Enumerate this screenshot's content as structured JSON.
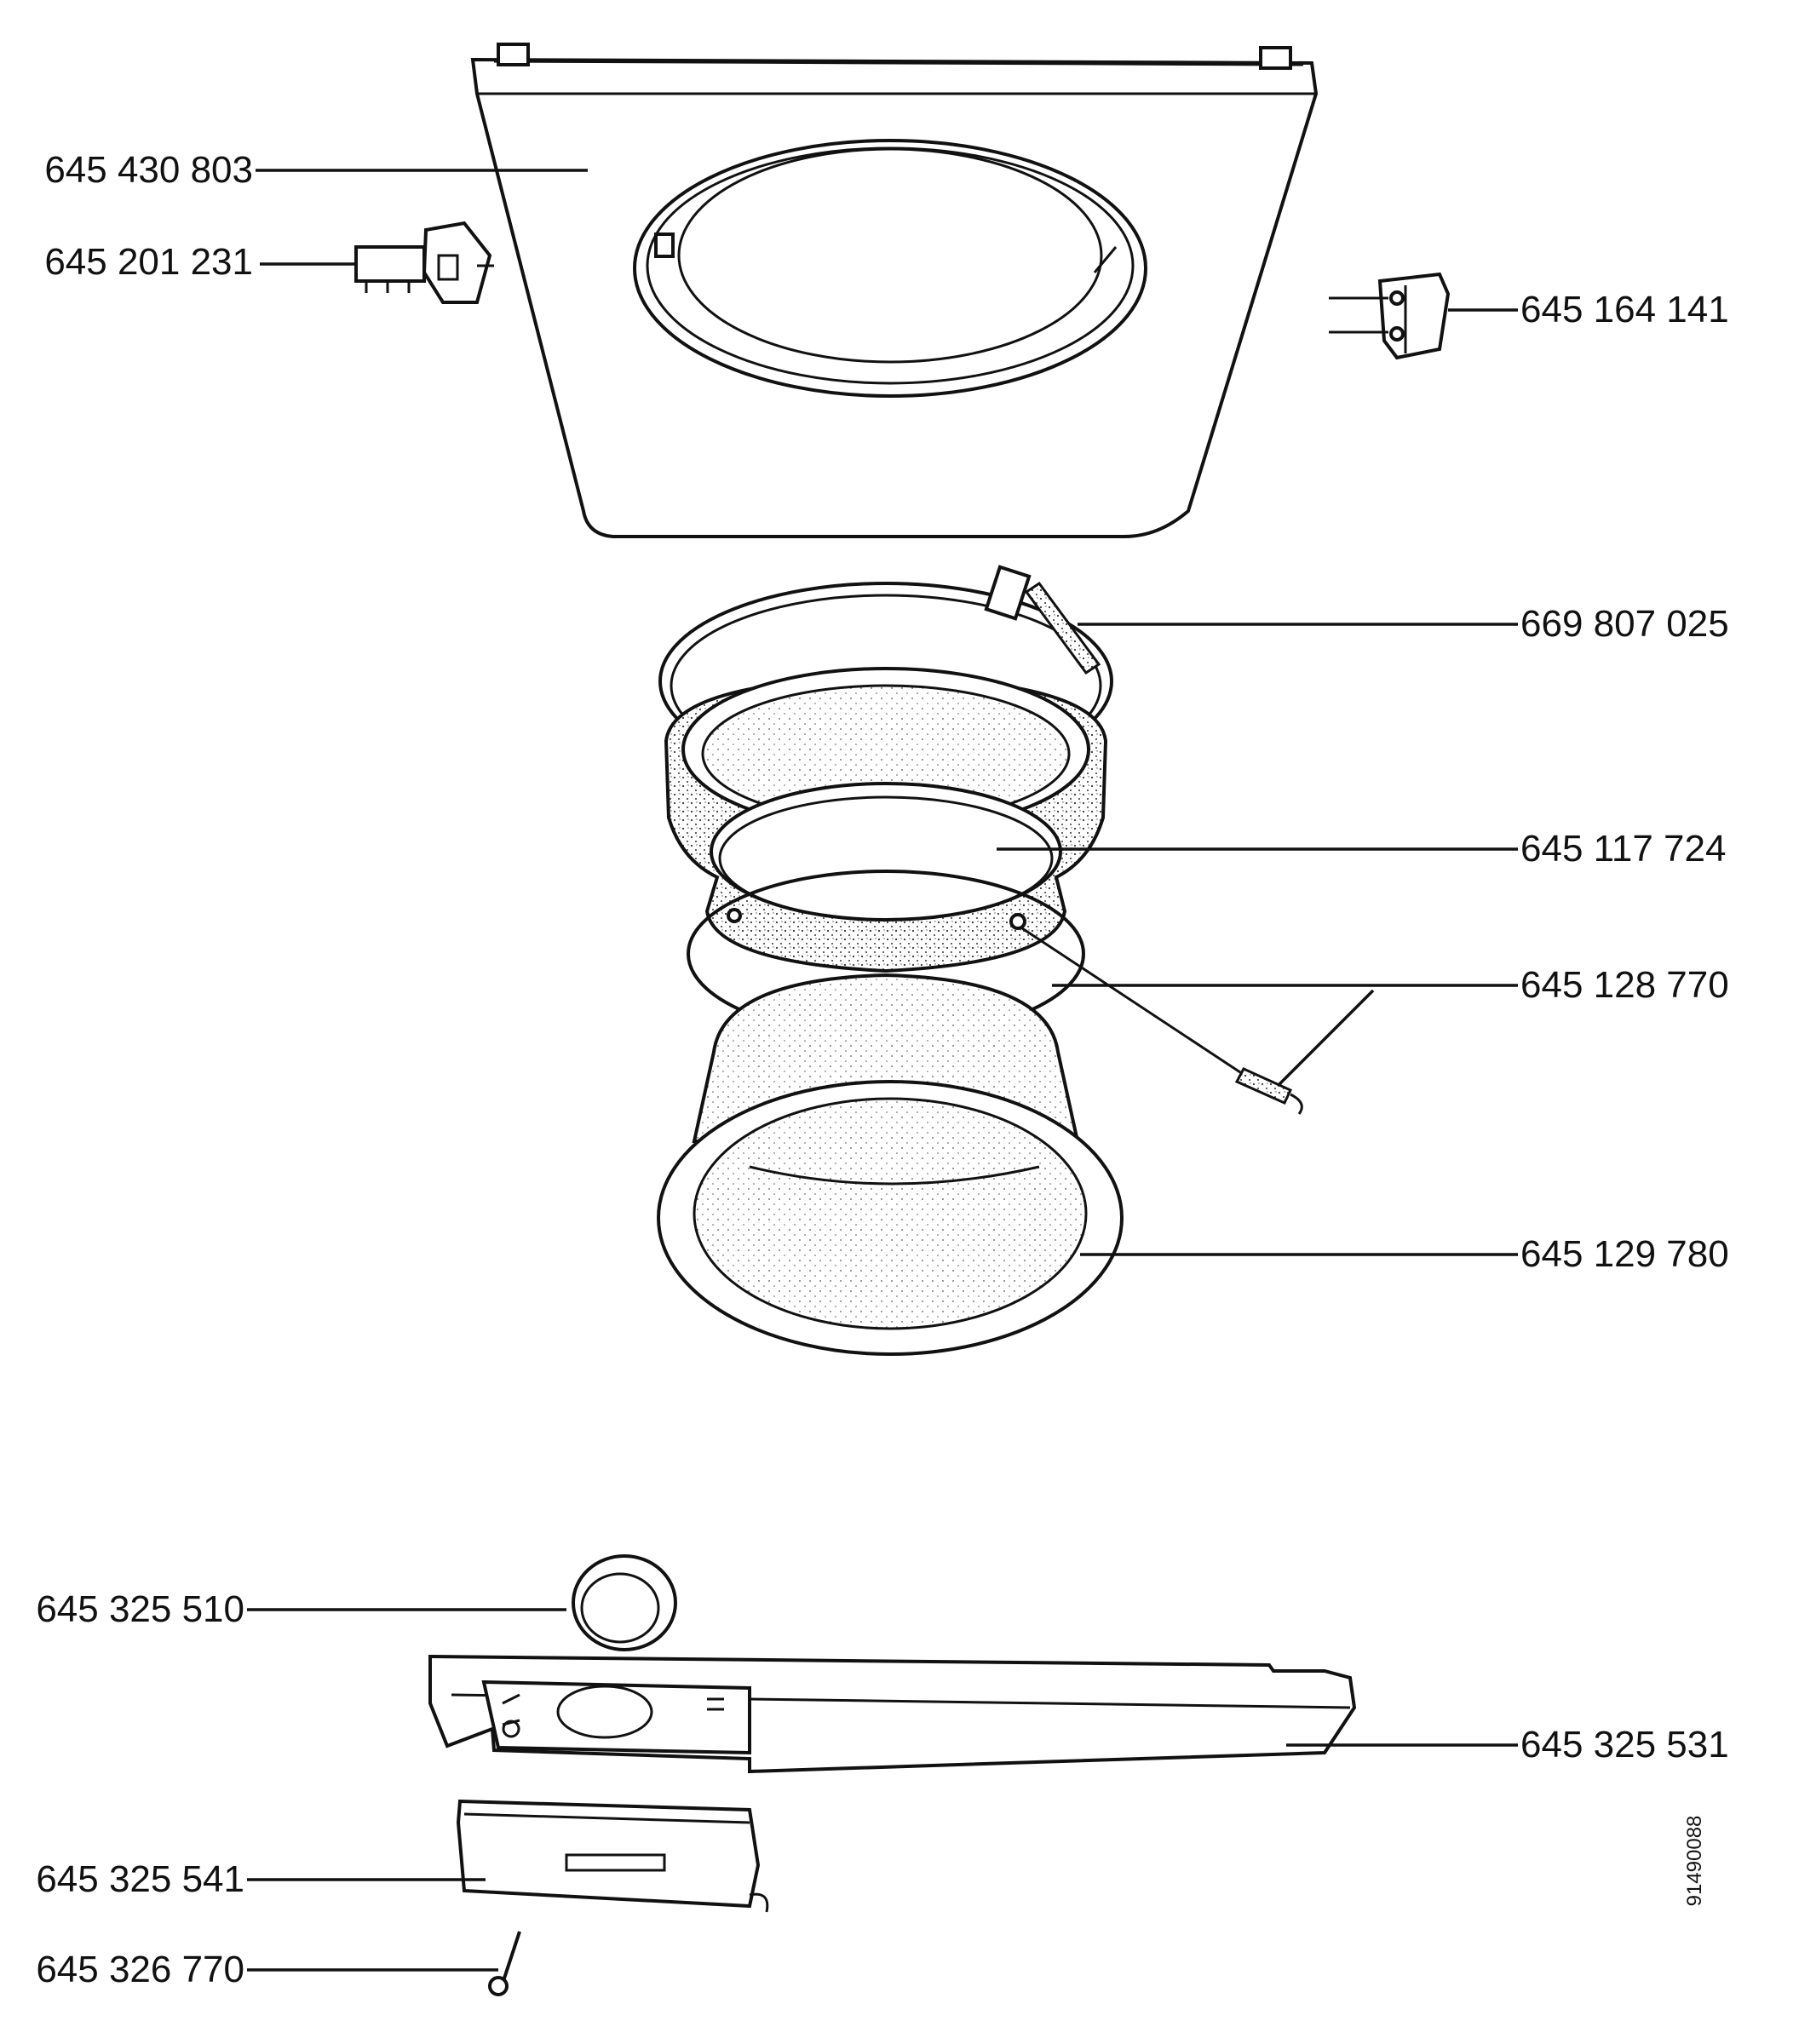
{
  "parts": [
    {
      "id": "front-panel",
      "number": "645 430 803"
    },
    {
      "id": "door-lock",
      "number": "645 201 231"
    },
    {
      "id": "door-hinge",
      "number": "645 164 141"
    },
    {
      "id": "clamp-band",
      "number": "669 807 025"
    },
    {
      "id": "door-seal",
      "number": "645 117 724"
    },
    {
      "id": "seal-wire-spring",
      "number": "645 128 770"
    },
    {
      "id": "porthole-bowl",
      "number": "645 129 780"
    },
    {
      "id": "control-knob-ring",
      "number": "645 325 510"
    },
    {
      "id": "control-panel",
      "number": "645 325 531"
    },
    {
      "id": "dispenser-flap",
      "number": "645 325 541"
    },
    {
      "id": "pin",
      "number": "645 326 770"
    }
  ],
  "doc_code": "91490088"
}
